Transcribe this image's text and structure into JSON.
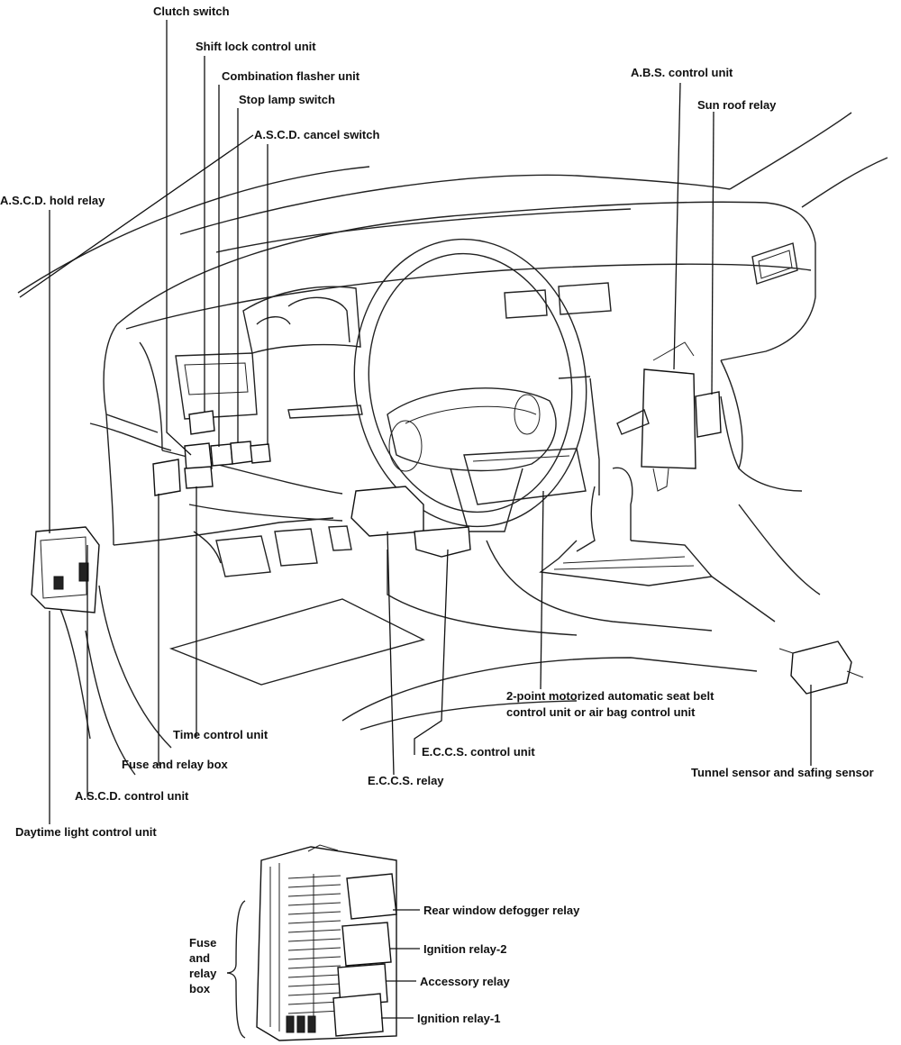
{
  "labels": {
    "clutch_switch": "Clutch switch",
    "shift_lock_control_unit": "Shift lock control unit",
    "combination_flasher_unit": "Combination flasher unit",
    "stop_lamp_switch": "Stop lamp switch",
    "ascd_cancel_switch": "A.S.C.D. cancel switch",
    "ascd_hold_relay": "A.S.C.D. hold relay",
    "abs_control_unit": "A.B.S. control unit",
    "sun_roof_relay": "Sun roof relay",
    "time_control_unit": "Time control unit",
    "fuse_and_relay_box": "Fuse and relay box",
    "ascd_control_unit": "A.S.C.D. control unit",
    "daytime_light_control_unit": "Daytime light control unit",
    "eccs_relay": "E.C.C.S. relay",
    "eccs_control_unit": "E.C.C.S. control unit",
    "seat_belt_line1": "2-point motorized automatic seat belt",
    "seat_belt_line2": "control unit or air bag control unit",
    "tunnel_sensor": "Tunnel sensor and safing sensor"
  },
  "inset": {
    "title_lines": [
      "Fuse",
      "and",
      "relay",
      "box"
    ],
    "relays": [
      "Rear window defogger relay",
      "Ignition relay-2",
      "Accessory relay",
      "Ignition relay-1"
    ]
  }
}
